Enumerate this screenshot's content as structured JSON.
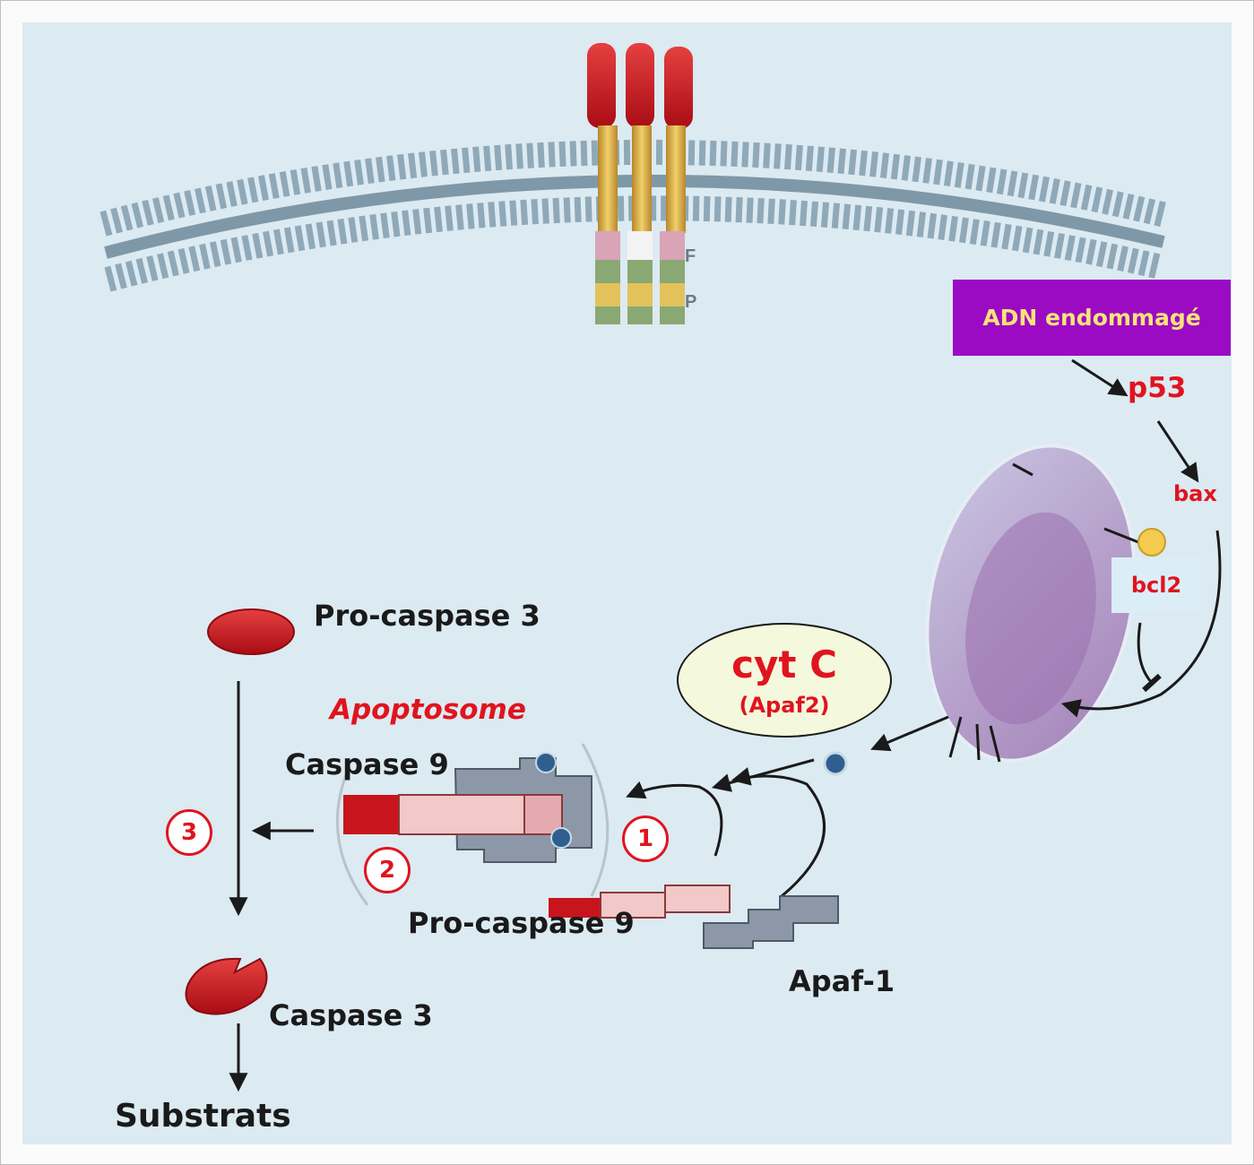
{
  "labels": {
    "adn": "ADN endommagé",
    "p53": "p53",
    "bax": "bax",
    "bcl2": "bcl2",
    "cytc": "cyt C",
    "apaf2": "(Apaf2)",
    "procaspase3": "Pro-caspase 3",
    "apoptosome": "Apoptosome",
    "caspase9": "Caspase 9",
    "procaspase9": "Pro-caspase 9",
    "apaf1": "Apaf-1",
    "caspase3": "Caspase 3",
    "substrats": "Substrats",
    "receptor_f": "F",
    "receptor_p": "P"
  },
  "steps": [
    "1",
    "2",
    "3"
  ],
  "colors": {
    "background": "#dceaf2",
    "membrane": "#8fa9b8",
    "receptor_red": "#c8141c",
    "receptor_yellow": "#e9c04a",
    "adn_box": "#9b0bc3",
    "adn_text": "#f7e37a",
    "label_red": "#e0141e",
    "mitochondrion": "#a07fb4",
    "cytc_oval": "#f4f8dc"
  },
  "icons": [
    "plasma-membrane",
    "death-receptor-trimer",
    "mitochondrion",
    "cytochrome-c-dot",
    "apoptosome-complex",
    "pro-caspase-3-shape",
    "caspase-3-shape",
    "apaf1-shape",
    "pro-caspase-9-shape"
  ]
}
